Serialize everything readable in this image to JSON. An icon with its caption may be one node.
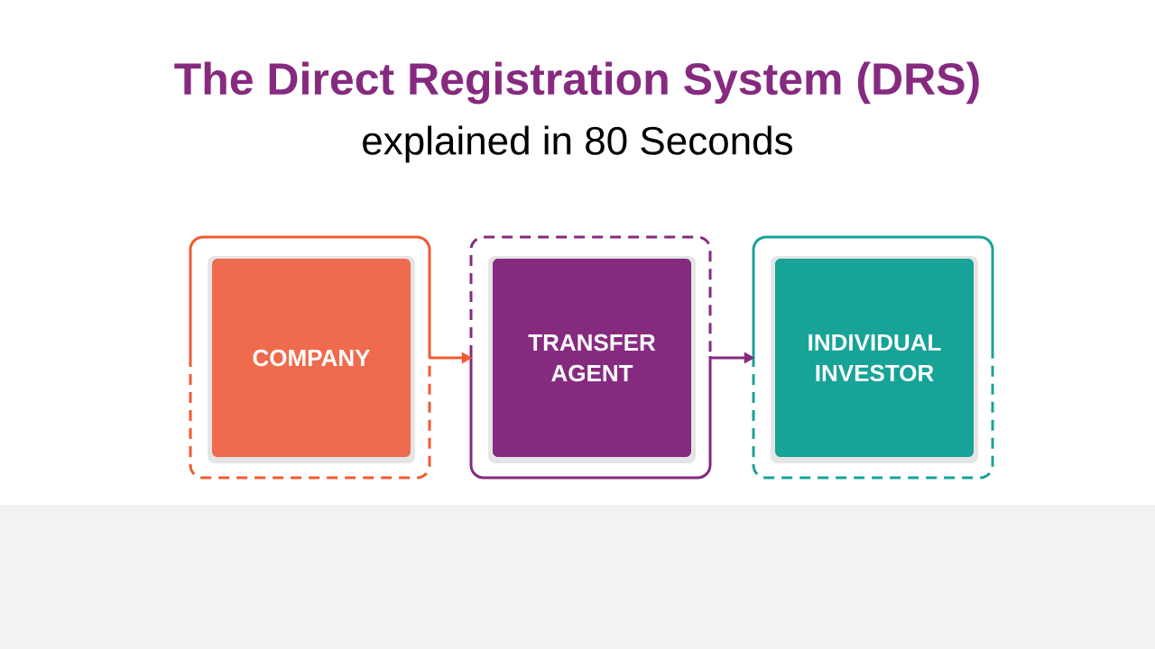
{
  "diagram": {
    "title": "The Direct Registration System (DRS)",
    "nodes": [
      {
        "text": [
          "COMPANY"
        ]
      },
      {
        "text": [
          "TRANSFER AGENT"
        ]
      },
      {
        "text": [
          "INDIVIDUAL INVESTOR"
        ]
      }
    ],
    "edges": [
      {
        "from": 0,
        "to": 1,
        "arrow": "to",
        "color": "#f15a31"
      },
      {
        "from": 1,
        "to": 2,
        "arrow": "to",
        "color": "#862a80"
      }
    ],
    "labels": [
      "explained in 80 Seconds"
    ]
  }
}
